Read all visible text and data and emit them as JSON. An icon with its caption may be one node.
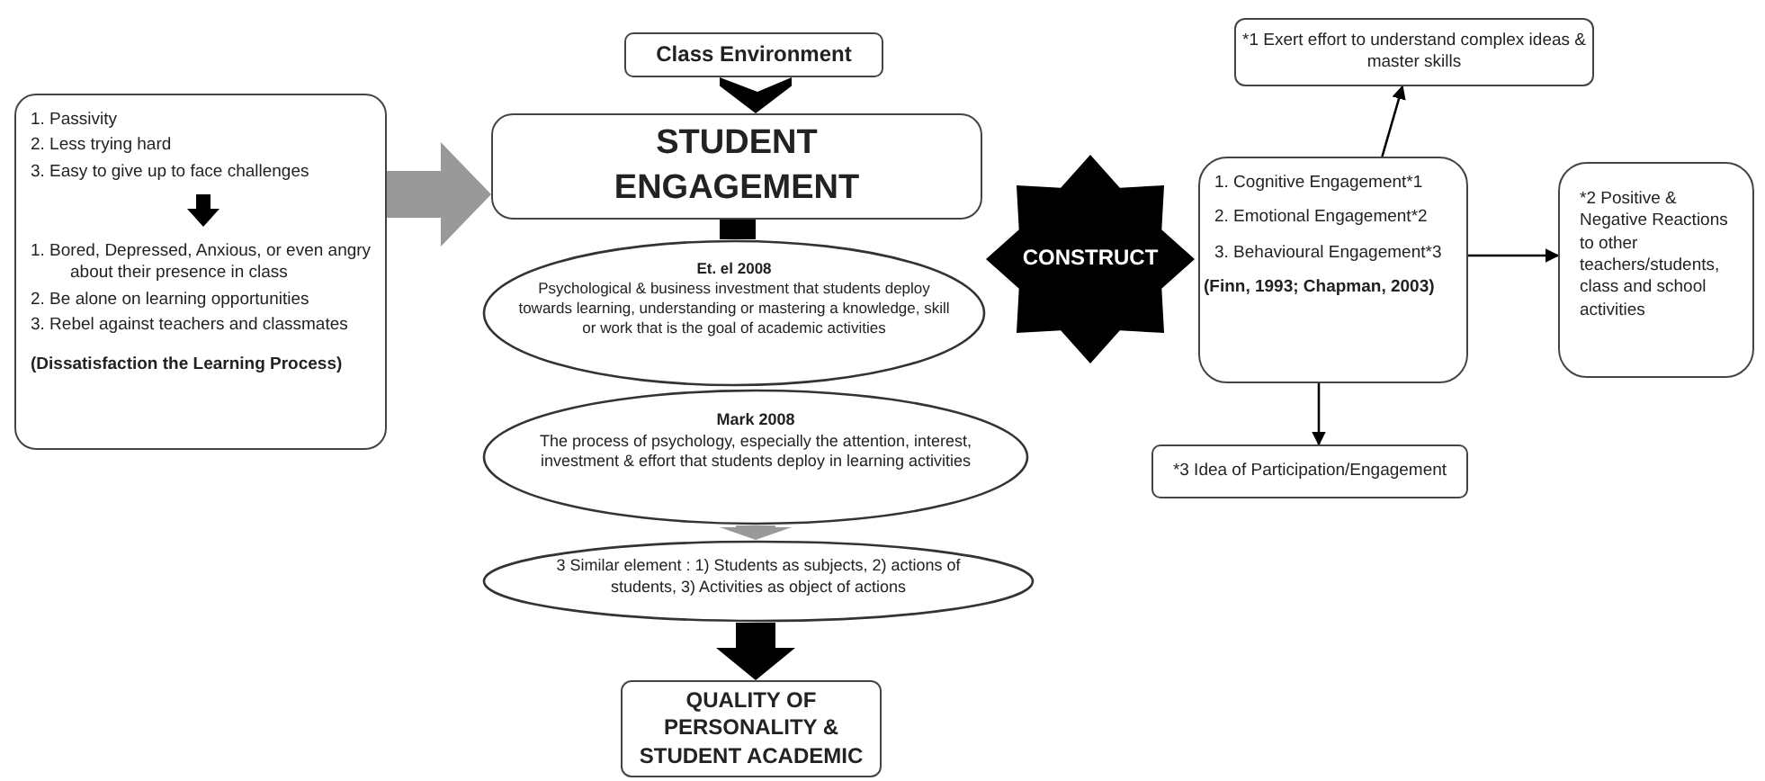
{
  "diagram": {
    "nodes": [
      {
        "text": [
          "1. Passivity",
          "2. Less trying hard",
          "3. Easy to give up to face challenges",
          "1. Bored, Depressed, Anxious, or even angry about their presence in class",
          "2. Be alone on learning opportunities",
          "3. Rebel against teachers and classmates",
          "(Dissatisfaction the Learning Process)"
        ]
      },
      {
        "text": [
          "Class Environment"
        ]
      },
      {
        "text": [
          "STUDENT ENGAGEMENT"
        ]
      },
      {
        "text": [
          "Et. el 2008",
          "Psychological & business investment that students deploy towards learning, understanding or mastering a knowledge, skill or work that is the goal of academic activities"
        ]
      },
      {
        "text": [
          "Mark 2008",
          "The process of psychology, especially the attention, interest, investment & effort that students deploy in learning activities"
        ]
      },
      {
        "text": [
          "3 Similar element : 1) Students as subjects, 2) actions of students, 3) Activities as object of actions"
        ]
      },
      {
        "text": [
          "QUALITY OF PERSONALITY & STUDENT ACADEMIC"
        ]
      },
      {
        "text": [
          "CONSTRUCT"
        ]
      },
      {
        "text": [
          "1. Cognitive Engagement*1",
          "2. Emotional Engagement*2",
          "3. Behavioural Engagement*3",
          "(Finn, 1993; Chapman, 2003)"
        ]
      },
      {
        "text": [
          "*1 Exert effort to understand complex ideas & master skills"
        ]
      },
      {
        "text": [
          "*2 Positive & Negative Reactions to other teachers/students, class and school activities"
        ]
      },
      {
        "text": [
          "*3 Idea of Participation/Engagement"
        ]
      }
    ],
    "edges": [
      {
        "from": 0,
        "to": 2,
        "arrow": "to",
        "style": "thick",
        "color": "#999999"
      },
      {
        "from": 1,
        "to": 2,
        "arrow": "to",
        "style": "thick"
      },
      {
        "from": 2,
        "to": 3,
        "arrow": "none",
        "style": "thick"
      },
      {
        "from": 4,
        "to": 5,
        "arrow": "to",
        "style": "thick",
        "color": "#999999"
      },
      {
        "from": 5,
        "to": 6,
        "arrow": "to",
        "style": "thick"
      },
      {
        "from": 8,
        "to": 9,
        "arrow": "to"
      },
      {
        "from": 8,
        "to": 10,
        "arrow": "to"
      },
      {
        "from": 8,
        "to": 11,
        "arrow": "to"
      }
    ]
  }
}
